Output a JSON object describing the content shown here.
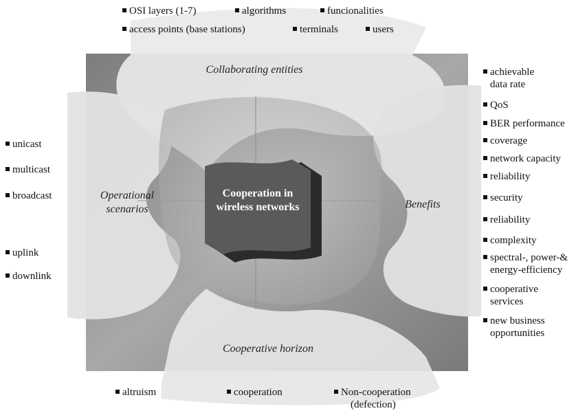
{
  "center_title": [
    "Cooperation in",
    "wireless networks"
  ],
  "sections": {
    "top": "Collaborating entities",
    "left": [
      "Operational",
      "scenarios"
    ],
    "right": "Benefits",
    "bottom": "Cooperative horizon"
  },
  "top_items": {
    "row1": [
      "OSI layers (1-7)",
      "algorithms",
      "funcionalities"
    ],
    "row2": [
      "access points (base stations)",
      "terminals",
      "users"
    ]
  },
  "left_items": [
    "unicast",
    "multicast",
    "broadcast",
    "uplink",
    "downlink"
  ],
  "right_items": [
    [
      "achievable",
      "data rate"
    ],
    [
      "QoS"
    ],
    [
      "BER performance"
    ],
    [
      "coverage"
    ],
    [
      "network capacity"
    ],
    [
      "reliability"
    ],
    [
      "security"
    ],
    [
      "reliability"
    ],
    [
      "complexity"
    ],
    [
      "spectral-, power-&",
      "energy-efficiency"
    ],
    [
      "cooperative",
      "services"
    ],
    [
      "new business",
      "opportunities"
    ]
  ],
  "bottom_items": [
    [
      "altruism"
    ],
    [
      "cooperation"
    ],
    [
      "Non-cooperation",
      "(defection)"
    ]
  ],
  "colors": {
    "square_dark": "#8a8a8a",
    "lobe": "#e6e6e6",
    "center_box": "#555555",
    "center_shadow": "#2b2b2b"
  }
}
